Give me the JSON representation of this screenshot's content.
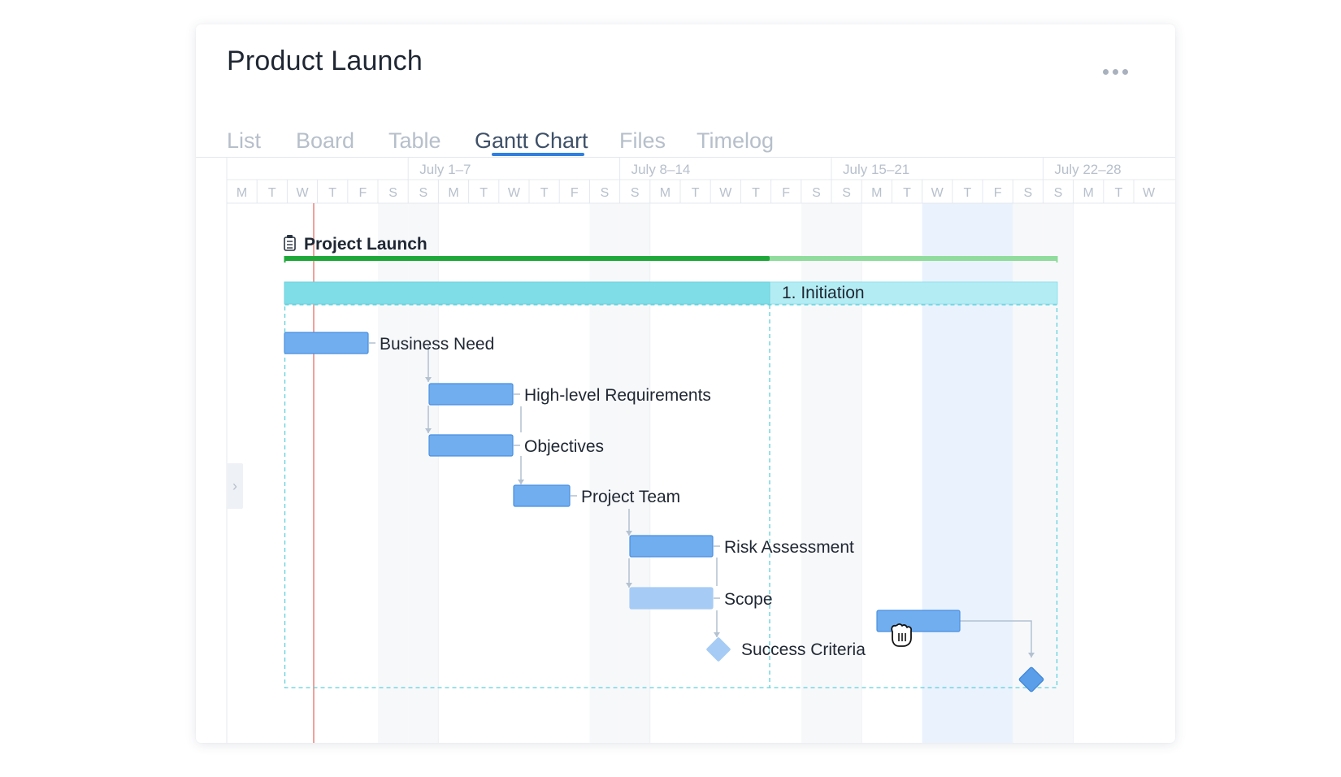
{
  "project": {
    "title": "Product Launch",
    "more_icon": "more-horizontal-icon"
  },
  "tabs": [
    {
      "label": "List",
      "active": false
    },
    {
      "label": "Board",
      "active": false
    },
    {
      "label": "Table",
      "active": false
    },
    {
      "label": "Gantt Chart",
      "active": true
    },
    {
      "label": "Files",
      "active": false
    },
    {
      "label": "Timelog",
      "active": false
    }
  ],
  "timeline": {
    "weeks": [
      "July 1–7",
      "July 8–14",
      "July 15–21",
      "July 22–28"
    ],
    "days": [
      "M",
      "T",
      "W",
      "T",
      "F",
      "S",
      "S",
      "M",
      "T",
      "W",
      "T",
      "F",
      "S",
      "S",
      "M",
      "T",
      "W",
      "T",
      "F",
      "S",
      "S",
      "M",
      "T",
      "W",
      "T",
      "F",
      "S",
      "S",
      "M",
      "T",
      "W"
    ]
  },
  "project_row": {
    "label": "Project Launch",
    "icon": "clipboard-icon"
  },
  "phase": {
    "label": "1. Initiation"
  },
  "tasks": [
    {
      "label": "Business Need"
    },
    {
      "label": "High-level Requirements"
    },
    {
      "label": "Objectives"
    },
    {
      "label": "Project Team"
    },
    {
      "label": "Risk Assessment"
    },
    {
      "label": "Scope"
    },
    {
      "label": "Success Criteria",
      "milestone": true
    }
  ],
  "cursor_icon": "grab-hand-icon",
  "colors": {
    "accent": "#2f7fe0",
    "task_bar": "#70aef0",
    "task_bar_border": "#4a8fe0",
    "task_bar_light": "#a6cbf5",
    "phase_bar": "#7fdde8",
    "phase_bar_light": "#b4ecf3",
    "progress_green": "#1fa83a",
    "today_line": "#f0a19b"
  }
}
